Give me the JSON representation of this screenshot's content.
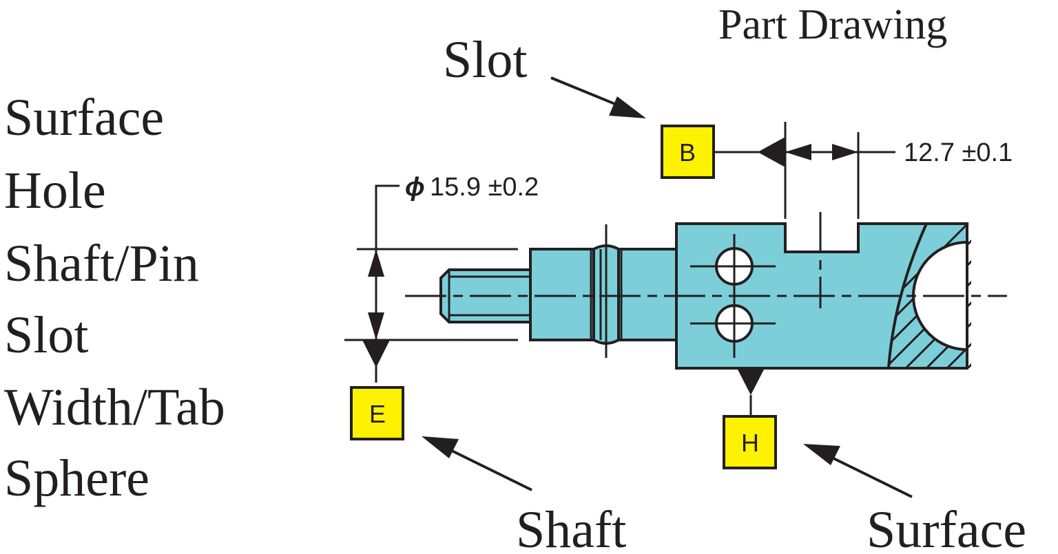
{
  "title": "Part Drawing",
  "feature_list": [
    "Surface",
    "Hole",
    "Shaft/Pin",
    "Slot",
    "Width/Tab",
    "Sphere"
  ],
  "callouts": {
    "slot": "Slot",
    "shaft": "Shaft",
    "surface": "Surface"
  },
  "datums": {
    "b": "B",
    "e": "E",
    "h": "H"
  },
  "dimensions": {
    "slot_width": "12.7 ±0.1",
    "diameter_symbol": "ϕ",
    "shaft_diameter": "15.9 ±0.2"
  },
  "colors": {
    "part_fill": "#7ccfd9",
    "datum_fill": "#fff200",
    "line": "#231f20"
  }
}
